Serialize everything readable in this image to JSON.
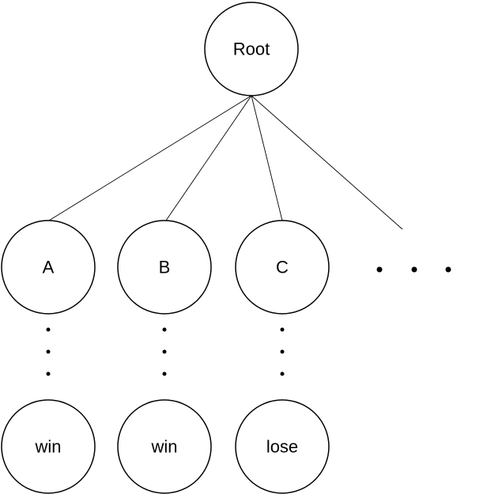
{
  "diagram": {
    "root": {
      "label": "Root"
    },
    "children": [
      {
        "label": "A",
        "leaf": "win"
      },
      {
        "label": "B",
        "leaf": "win"
      },
      {
        "label": "C",
        "leaf": "lose"
      }
    ]
  },
  "colors": {
    "stroke": "#000000",
    "fill": "#ffffff",
    "text": "#000000"
  }
}
